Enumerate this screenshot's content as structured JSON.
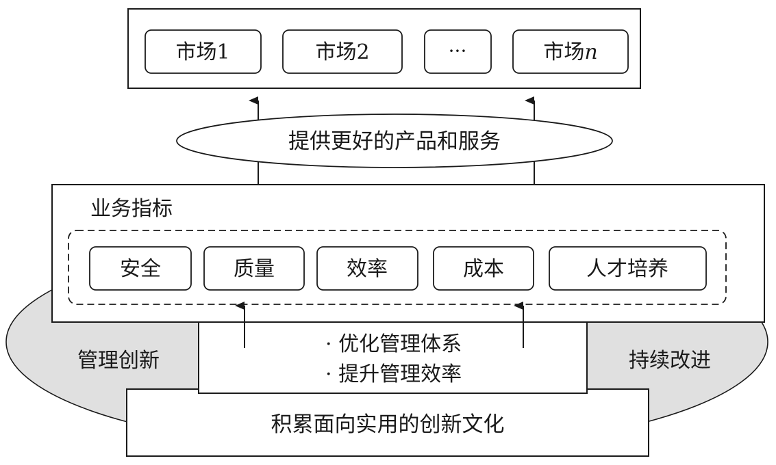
{
  "markets": {
    "items": [
      "市场1",
      "市场2",
      "···"
    ],
    "last": {
      "prefix": "市场",
      "suffix": "n"
    }
  },
  "goal": "提供更好的产品和服务",
  "metrics": {
    "title": "业务指标",
    "items": [
      "安全",
      "质量",
      "效率",
      "成本",
      "人才培养"
    ]
  },
  "ring": {
    "left": "管理创新",
    "right": "持续改进"
  },
  "management": {
    "lines": [
      "· 优化管理体系",
      "· 提升管理效率"
    ]
  },
  "culture": "积累面向实用的创新文化",
  "colors": {
    "stroke": "#1a1a1a",
    "ellipse_fill": "#e0e0e0",
    "box_fill": "#ffffff"
  }
}
